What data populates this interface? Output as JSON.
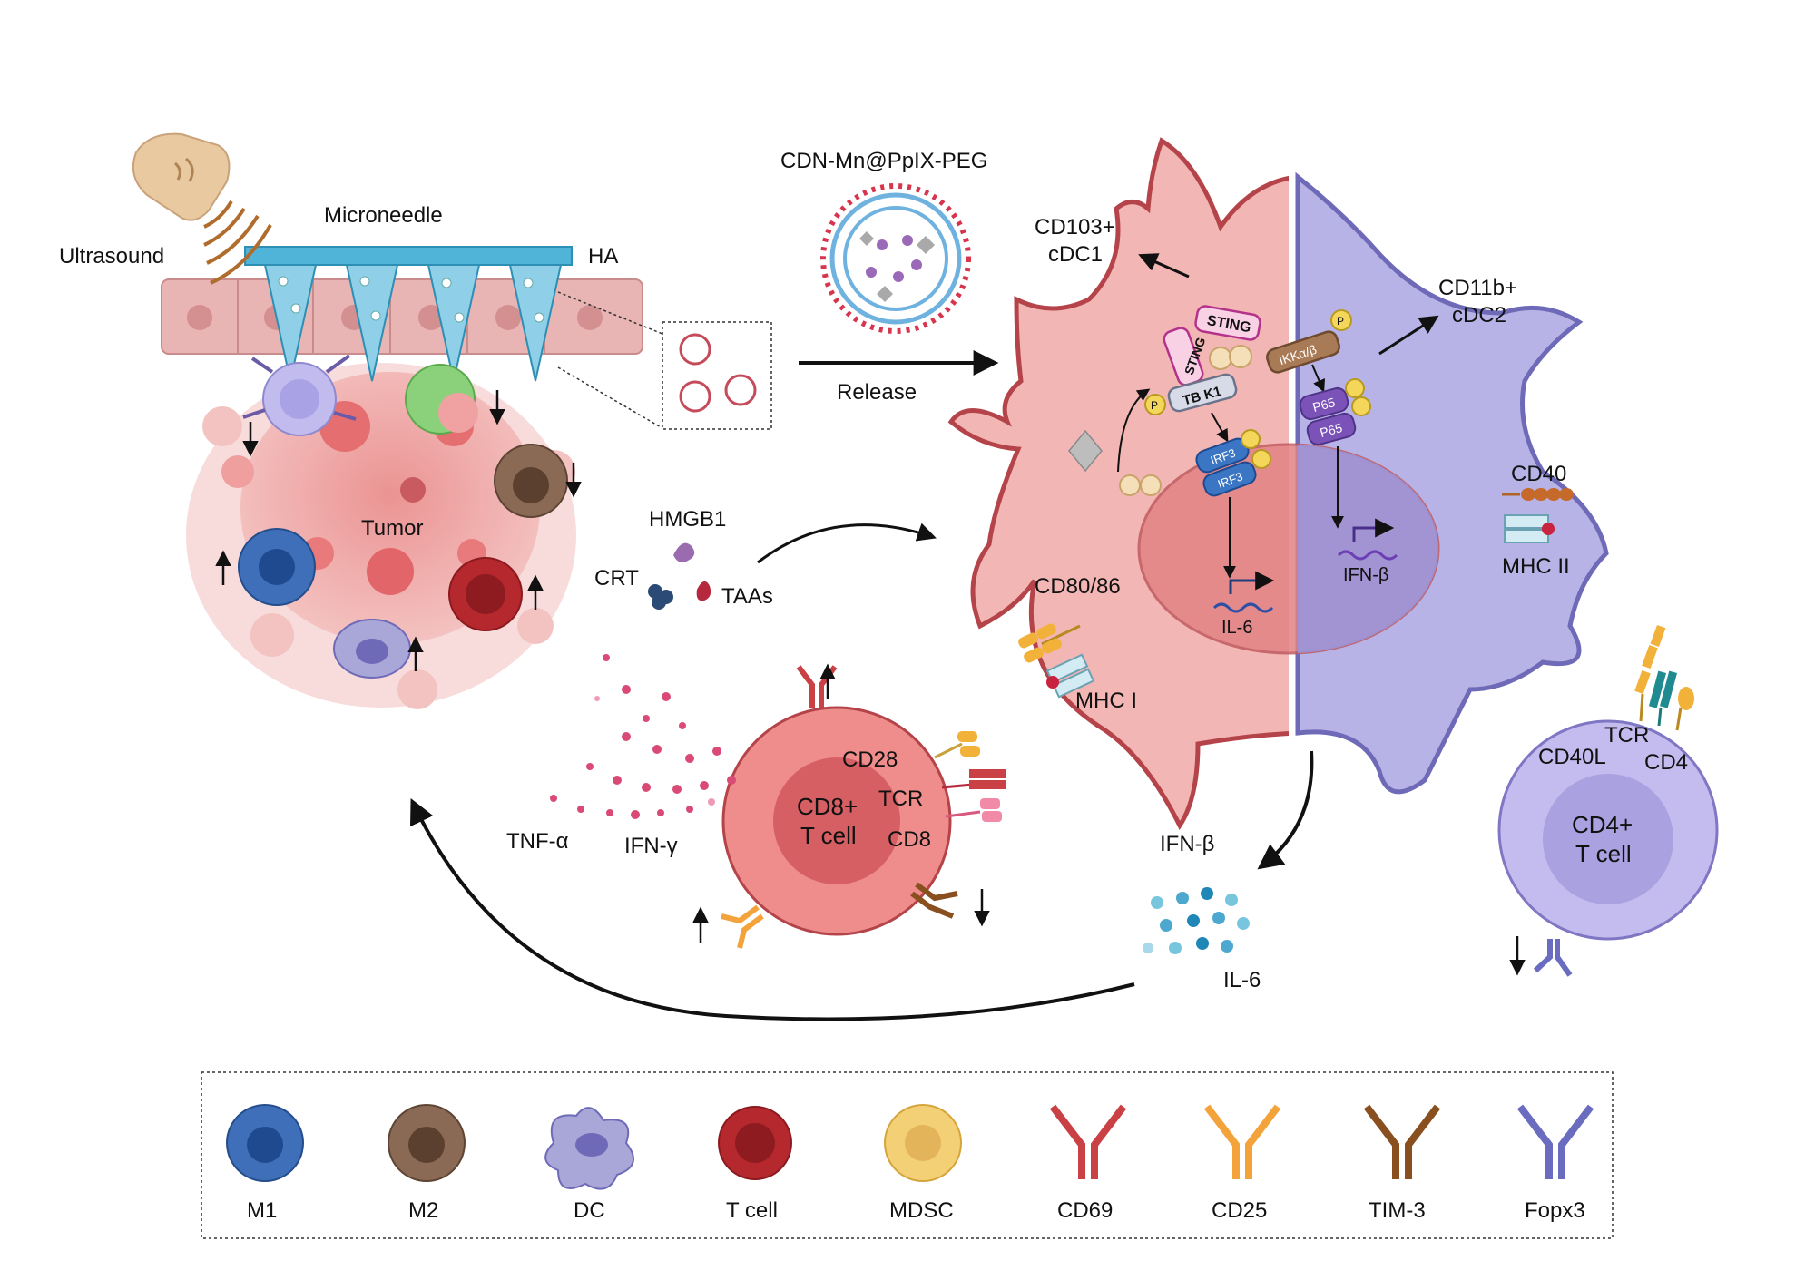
{
  "labels": {
    "ultrasound": "Ultrasound",
    "microneedle": "Microneedle",
    "ha": "HA",
    "tumor": "Tumor",
    "nanoparticle": "CDN-Mn@PpIX-PEG",
    "release": "Release",
    "hmgb1": "HMGB1",
    "crt": "CRT",
    "taas": "TAAs",
    "cd103": "CD103+",
    "cdc1": "cDC1",
    "cd11b": "CD11b+",
    "cdc2": "cDC2",
    "sting_a": "STING",
    "sting_b": "STING",
    "tbk1": "TB K1",
    "ikk": "IKKα/β",
    "irf3_a": "IRF3",
    "irf3_b": "IRF3",
    "p65_a": "P65",
    "p65_b": "P65",
    "phospho": "P",
    "il6_gene": "IL-6",
    "ifnb_gene": "IFN-β",
    "cd40": "CD40",
    "mhc2": "MHC II",
    "cd8086": "CD80/86",
    "mhc1": "MHC I",
    "cd28": "CD28",
    "tcr_cd8": "TCR",
    "cd8": "CD8",
    "cd8_cell_1": "CD8+",
    "cd8_cell_2": "T cell",
    "tnfa": "TNF-α",
    "ifng": "IFN-γ",
    "ifnb": "IFN-β",
    "il6": "IL-6",
    "cd40l": "CD40L",
    "tcr_cd4": "TCR",
    "cd4": "CD4",
    "cd4_cell_1": "CD4+",
    "cd4_cell_2": "T cell"
  },
  "legend": [
    {
      "label": "M1",
      "icon": "m1-macrophage-icon",
      "color": "#3e6fb8"
    },
    {
      "label": "M2",
      "icon": "m2-macrophage-icon",
      "color": "#7a5a45"
    },
    {
      "label": "DC",
      "icon": "dendritic-cell-icon",
      "color": "#a9a6d8"
    },
    {
      "label": "T cell",
      "icon": "t-cell-icon",
      "color": "#b5282d"
    },
    {
      "label": "MDSC",
      "icon": "mdsc-icon",
      "color": "#f3cf75"
    },
    {
      "label": "CD69",
      "icon": "cd69-antibody-icon",
      "color": "#c94045"
    },
    {
      "label": "CD25",
      "icon": "cd25-antibody-icon",
      "color": "#f4a33a"
    },
    {
      "label": "TIM-3",
      "icon": "tim3-antibody-icon",
      "color": "#8a4f1f"
    },
    {
      "label": "Fopx3",
      "icon": "foxp3-antibody-icon",
      "color": "#6a6cc0"
    }
  ],
  "colors": {
    "dc_pink": "#f2b6b4",
    "dc_outline": "#b5444a",
    "dc_purple": "#b7b3e6",
    "dc_purple_outline": "#6e6ab8",
    "microneedle": "#4fb4d8",
    "tcell_red": "#ee8d8b",
    "cd4_purple": "#c4bcee"
  }
}
